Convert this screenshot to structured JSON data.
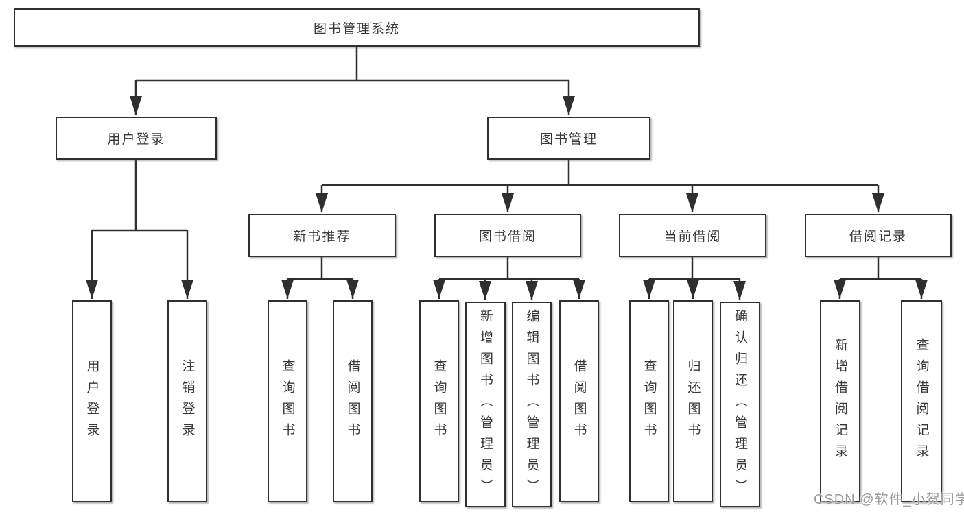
{
  "diagram": {
    "title": "图书管理系统",
    "nodes": {
      "root": "图书管理系统",
      "user_login": "用户登录",
      "book_management": "图书管理",
      "new_book_recommend": "新书推荐",
      "book_borrow": "图书借阅",
      "current_borrow": "当前借阅",
      "borrow_record": "借阅记录",
      "leaf_user_login": "用户登录",
      "leaf_logout_login": "注销登录",
      "leaf_rec_query_book": "查询图书",
      "leaf_rec_borrow_book": "借阅图书",
      "leaf_bb_query_book": "查询图书",
      "leaf_bb_add_book_admin": "新增图书（管理员）",
      "leaf_bb_edit_book_admin": "编辑图书（管理员）",
      "leaf_bb_borrow_book": "借阅图书",
      "leaf_cb_query_book": "查询图书",
      "leaf_cb_return_book": "归还图书",
      "leaf_cb_confirm_return_admin": "确认归还（管理员）",
      "leaf_br_add_record": "新增借阅记录",
      "leaf_br_query_record": "查询借阅记录"
    },
    "colors": {
      "line": "#303030",
      "box_border": "#303030",
      "text": "#383838",
      "background": "#ffffff",
      "watermark": "#9c9c9c"
    }
  },
  "watermark": "CSDN @软件_小贺同学"
}
